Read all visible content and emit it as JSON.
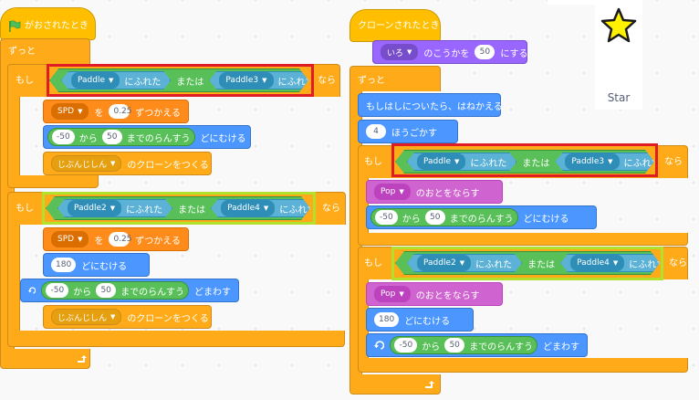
{
  "stage": {
    "sprite_name": "Star",
    "sprite_icon": "star-icon"
  },
  "script_left": {
    "hat_label": "がおされたとき",
    "hat_icon": "green-flag-icon",
    "forever_label": "ずっと",
    "if1": {
      "if_label": "もし",
      "then_label": "なら",
      "touch_a": "Paddle",
      "touching_a": "にふれた",
      "or_label": "または",
      "touch_b": "Paddle3",
      "touching_b": "にふれた",
      "body": {
        "change_var": "SPD",
        "change_wo": "を",
        "change_value": "0.25",
        "change_label": "ずつかえる",
        "rand_from": "-50",
        "from_label": "から",
        "rand_to": "50",
        "to_label": "までのらんすう",
        "point_label": "どにむける",
        "clone_target": "じぶんじしん",
        "clone_label": "のクローンをつくる"
      }
    },
    "if2": {
      "if_label": "もし",
      "then_label": "なら",
      "touch_a": "Paddle2",
      "touching_a": "にふれた",
      "or_label": "または",
      "touch_b": "Paddle4",
      "touching_b": "にふれた",
      "body": {
        "change_var": "SPD",
        "change_wo": "を",
        "change_value": "0.25",
        "change_label": "ずつかえる",
        "dir_value": "180",
        "dir_label": "どにむける",
        "rand_from": "-50",
        "from_label": "から",
        "rand_to": "50",
        "to_label": "までのらんすう",
        "turn_label": "どまわす",
        "clone_target": "じぶんじしん",
        "clone_label": "のクローンをつくる"
      }
    }
  },
  "script_right": {
    "hat_label": "クローンされたとき",
    "effect_name": "いろ",
    "effect_mid": "のこうかを",
    "effect_value": "50",
    "effect_label": "にする",
    "forever_label": "ずっと",
    "bounce_label": "もしはしについたら、はねかえる",
    "move_value": "4",
    "move_label": "ほうごかす",
    "if1": {
      "if_label": "もし",
      "then_label": "なら",
      "touch_a": "Paddle",
      "touching_a": "にふれた",
      "or_label": "または",
      "touch_b": "Paddle3",
      "touching_b": "にふれた",
      "body": {
        "sound_name": "Pop",
        "sound_label": "のおとをならす",
        "rand_from": "-50",
        "from_label": "から",
        "rand_to": "50",
        "to_label": "までのらんすう",
        "point_label": "どにむける"
      }
    },
    "if2": {
      "if_label": "もし",
      "then_label": "なら",
      "touch_a": "Paddle2",
      "touching_a": "にふれた",
      "or_label": "または",
      "touch_b": "Paddle4",
      "touching_b": "にふれた",
      "body": {
        "sound_name": "Pop",
        "sound_label": "のおとをならす",
        "dir_value": "180",
        "dir_label": "どにむける",
        "rand_from": "-50",
        "from_label": "から",
        "rand_to": "50",
        "to_label": "までのらんすう",
        "turn_label": "どまわす"
      }
    }
  },
  "colors": {
    "control": "#ffab19",
    "events": "#ffbf00",
    "motion": "#4c97ff",
    "variables": "#ff8c1a",
    "sound": "#cf63cf",
    "operators": "#59c059",
    "sensing": "#5cb1d6",
    "highlight_red": "#e01c24",
    "highlight_green": "#b3e02c"
  }
}
